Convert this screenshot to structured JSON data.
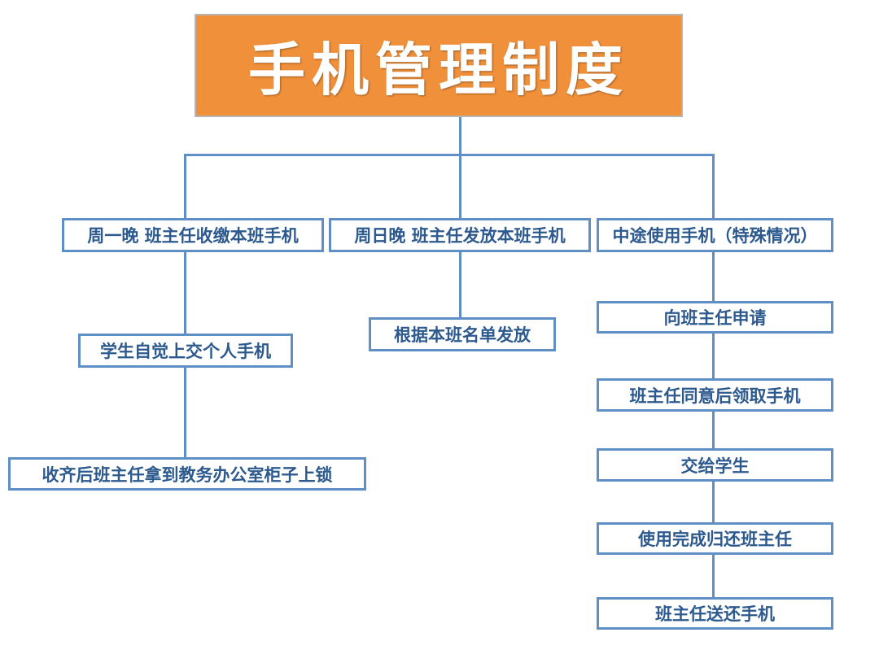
{
  "title": "手机管理制度",
  "branches": [
    {
      "header": "周一晚 班主任收缴本班手机",
      "steps": [
        "学生自觉上交个人手机",
        "收齐后班主任拿到教务办公室柜子上锁"
      ]
    },
    {
      "header": "周日晚 班主任发放本班手机",
      "steps": [
        "根据本班名单发放"
      ]
    },
    {
      "header": "中途使用手机（特殊情况）",
      "steps": [
        "向班主任申请",
        "班主任同意后领取手机",
        "交给学生",
        "使用完成归还班主任",
        "班主任送还手机"
      ]
    }
  ],
  "colors": {
    "title_bg": "#f0903a",
    "title_text": "#ffffff",
    "box_border": "#5f8fc4",
    "box_text": "#2d5a8e",
    "connector": "#5f8fc4"
  }
}
